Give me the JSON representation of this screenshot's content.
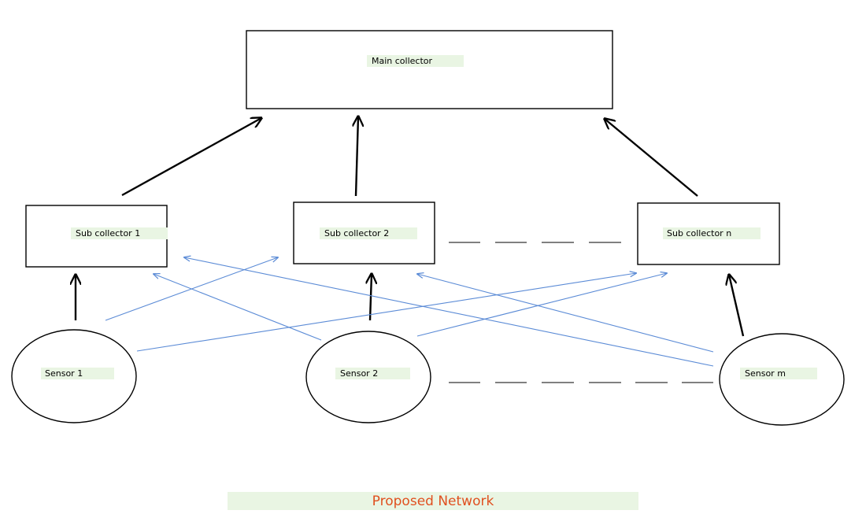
{
  "diagram": {
    "main_collector": "Main collector",
    "sub_collectors": [
      "Sub collector 1",
      "Sub collector 2",
      "Sub collector n"
    ],
    "sensors": [
      "Sensor 1",
      "Sensor 2",
      "Sensor m"
    ],
    "caption": "Proposed Network"
  },
  "colors": {
    "caption_text": "#e0501f",
    "label_highlight": "#e9f5e3",
    "cross_link": "#5b8bd6",
    "uplink": "#000000"
  }
}
